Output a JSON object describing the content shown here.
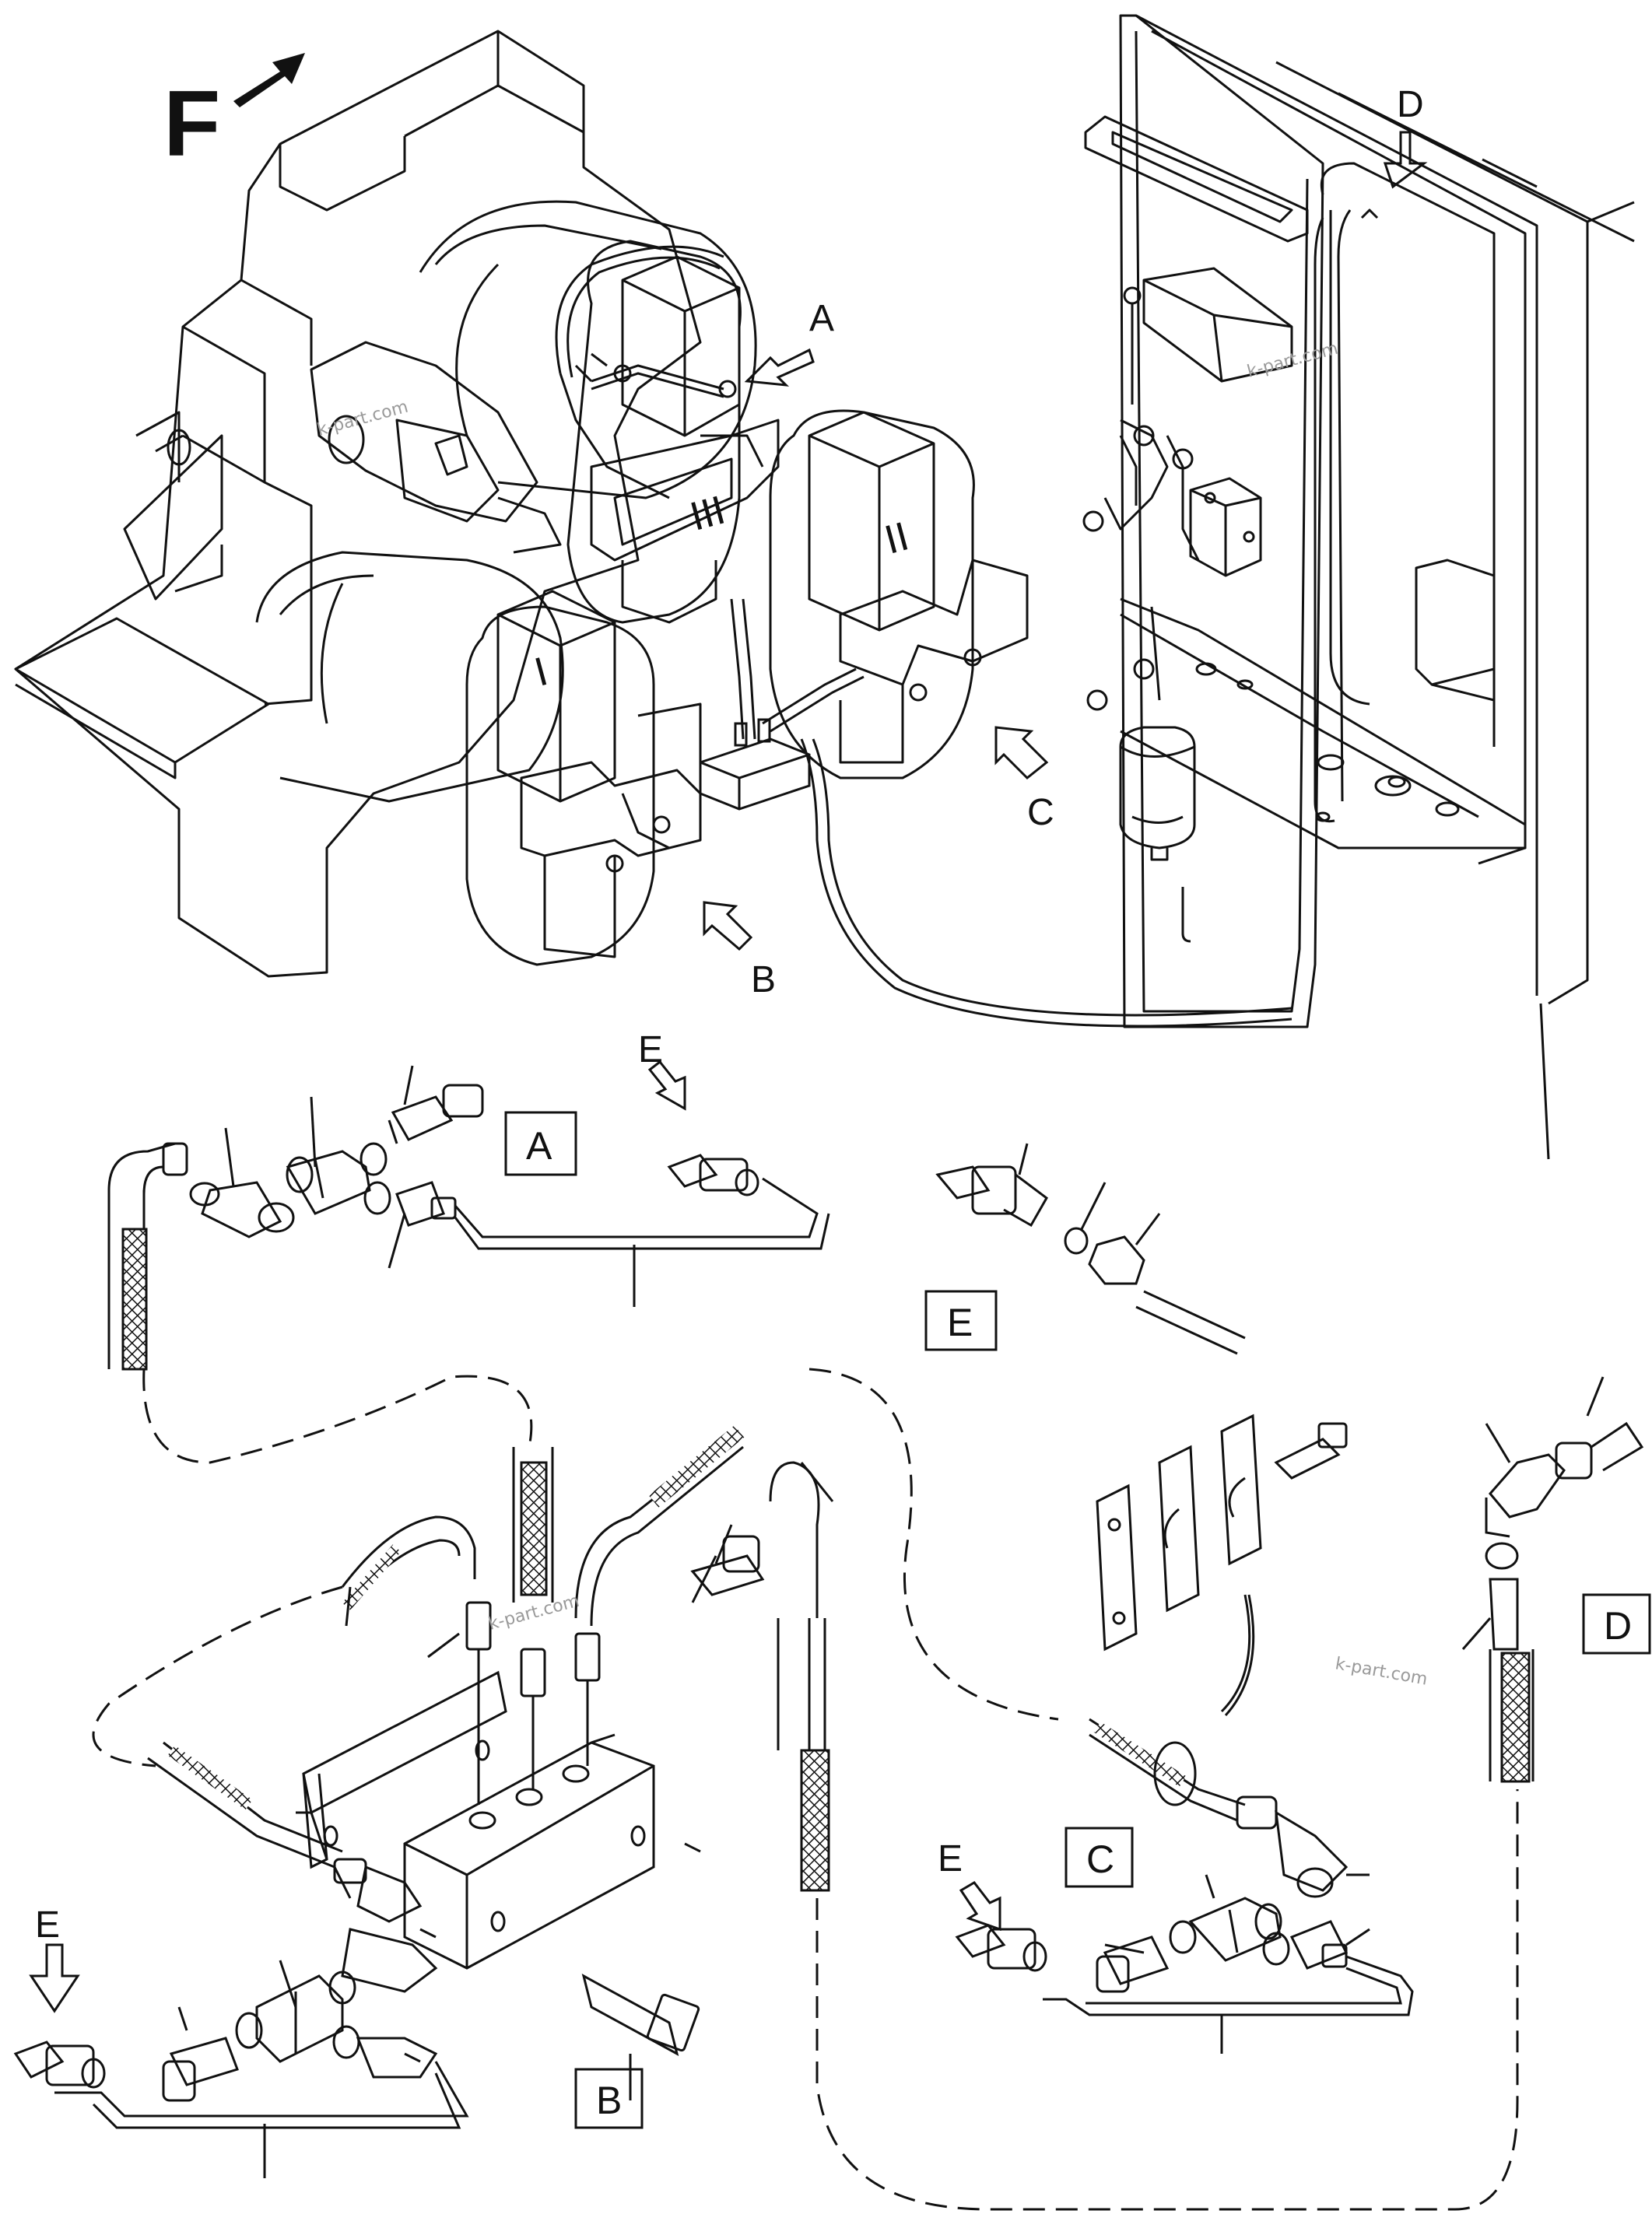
{
  "view_letters": {
    "A": "A",
    "B": "B",
    "C": "C",
    "D": "D",
    "E": "E"
  },
  "direction": {
    "letter": "F",
    "icon": "forward-arrow-icon"
  },
  "unit_numerals": {
    "one": "I",
    "two": "II",
    "three": "III"
  },
  "detail_boxes": {
    "A": "A",
    "B": "B",
    "C": "C",
    "D": "D",
    "E": "E"
  },
  "watermark": "k-part.com",
  "colors": {
    "line": "#111111",
    "background": "#ffffff"
  }
}
